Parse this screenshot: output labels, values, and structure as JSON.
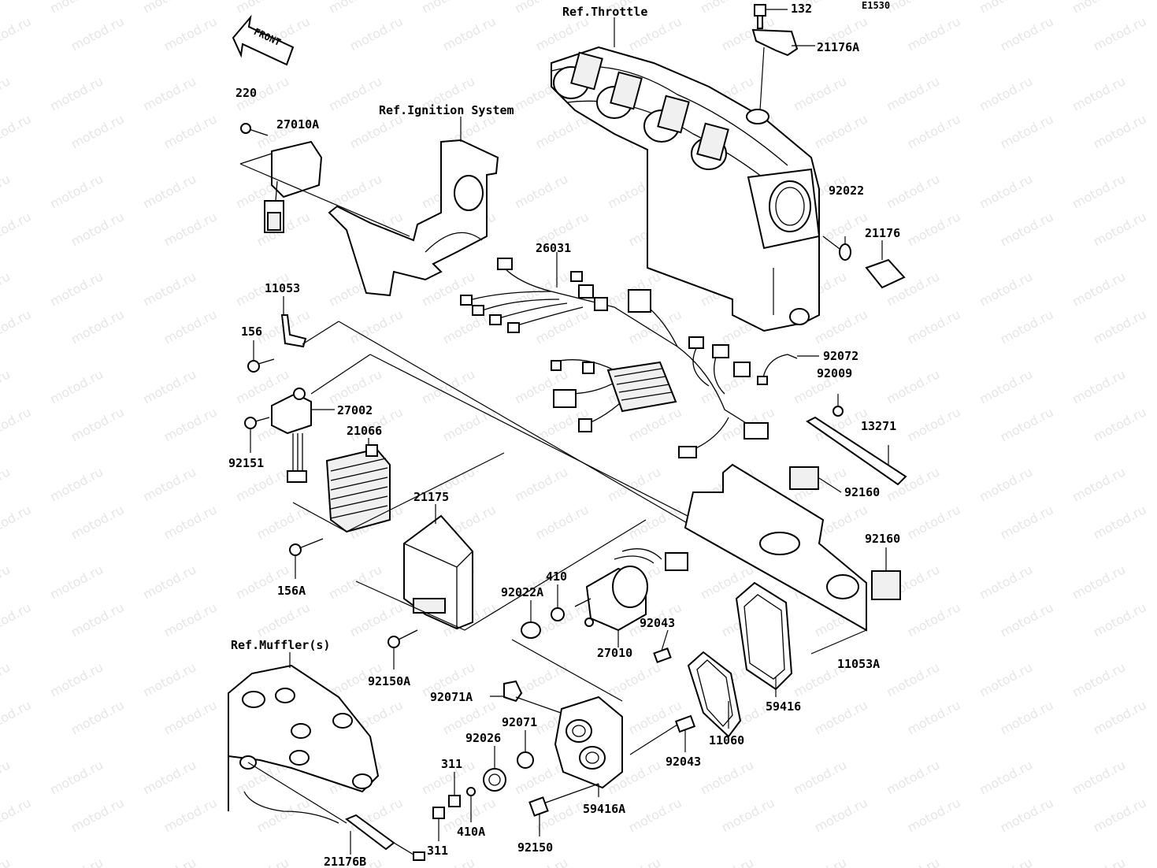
{
  "diagram_code": "E1530",
  "front_label": "FRONT",
  "watermark_text": "motod.ru",
  "references": [
    {
      "id": "ref-throttle",
      "text": "Ref.Throttle"
    },
    {
      "id": "ref-ignition",
      "text": "Ref.Ignition System"
    },
    {
      "id": "ref-muffler",
      "text": "Ref.Muffler(s)"
    }
  ],
  "parts": [
    {
      "id": "132",
      "label": "132"
    },
    {
      "id": "21176A",
      "label": "21176A"
    },
    {
      "id": "220",
      "label": "220"
    },
    {
      "id": "27010A",
      "label": "27010A"
    },
    {
      "id": "92022",
      "label": "92022"
    },
    {
      "id": "21176",
      "label": "21176"
    },
    {
      "id": "26031",
      "label": "26031"
    },
    {
      "id": "11053",
      "label": "11053"
    },
    {
      "id": "156",
      "label": "156"
    },
    {
      "id": "92072",
      "label": "92072"
    },
    {
      "id": "92009",
      "label": "92009"
    },
    {
      "id": "27002",
      "label": "27002"
    },
    {
      "id": "21066",
      "label": "21066"
    },
    {
      "id": "13271",
      "label": "13271"
    },
    {
      "id": "92151",
      "label": "92151"
    },
    {
      "id": "21175",
      "label": "21175"
    },
    {
      "id": "92160a",
      "label": "92160"
    },
    {
      "id": "92160b",
      "label": "92160"
    },
    {
      "id": "156A",
      "label": "156A"
    },
    {
      "id": "410",
      "label": "410"
    },
    {
      "id": "92022A",
      "label": "92022A"
    },
    {
      "id": "92043a",
      "label": "92043"
    },
    {
      "id": "27010",
      "label": "27010"
    },
    {
      "id": "11053A",
      "label": "11053A"
    },
    {
      "id": "92150A",
      "label": "92150A"
    },
    {
      "id": "92071A",
      "label": "92071A"
    },
    {
      "id": "59416",
      "label": "59416"
    },
    {
      "id": "92071",
      "label": "92071"
    },
    {
      "id": "92026",
      "label": "92026"
    },
    {
      "id": "11060",
      "label": "11060"
    },
    {
      "id": "311a",
      "label": "311"
    },
    {
      "id": "92043b",
      "label": "92043"
    },
    {
      "id": "59416A",
      "label": "59416A"
    },
    {
      "id": "410A",
      "label": "410A"
    },
    {
      "id": "92150",
      "label": "92150"
    },
    {
      "id": "21176B",
      "label": "21176B"
    },
    {
      "id": "311b",
      "label": "311"
    }
  ]
}
